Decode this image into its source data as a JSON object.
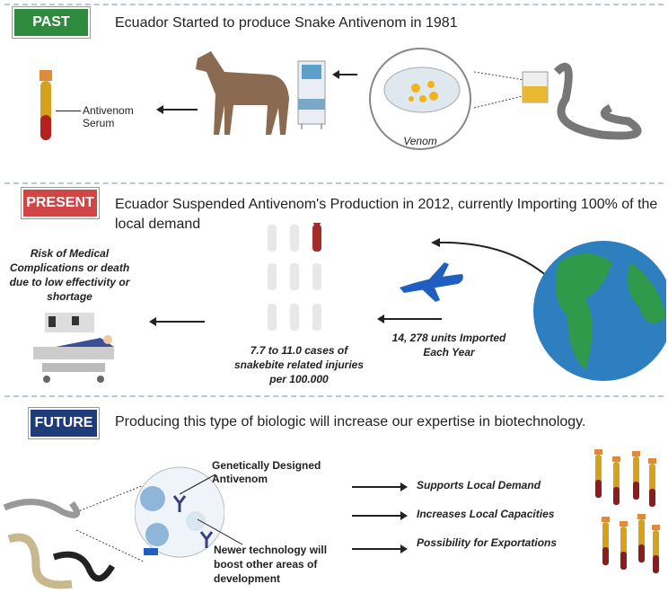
{
  "past": {
    "badge": "PAST",
    "title": "Ecuador Started to produce Snake Antivenom in 1981",
    "serum_label_1": "Antivenom",
    "serum_label_2": "Serum",
    "venom_label": "Venom",
    "color": "#2e8b3e"
  },
  "present": {
    "badge": "PRESENT",
    "title_1": "Ecuador Suspended Antivenom's Production in 2012, currently Importing 100% of the",
    "title_2": "local demand",
    "risk_1": "Risk of Medical",
    "risk_2": "Complications or death",
    "risk_3": "due to  low effectivity or",
    "risk_4": "shortage",
    "cases_1": "7.7 to 11.0 cases of",
    "cases_2": "snakebite related injuries",
    "cases_3": "per 100.000",
    "import_1": "14, 278 units Imported",
    "import_2": "Each Year",
    "color": "#d04545"
  },
  "future": {
    "badge": "FUTURE",
    "title": "Producing this type of biologic will increase our expertise in biotechnology.",
    "genetic_1": "Genetically Designed",
    "genetic_2": "Antivenom",
    "newer_1": "Newer technology will",
    "newer_2": "boost other areas of",
    "newer_3": "development",
    "outcomes": [
      "Supports Local Demand",
      "Increases Local Capacities",
      "Possibility for Exportations"
    ],
    "color": "#1f3c7a"
  }
}
